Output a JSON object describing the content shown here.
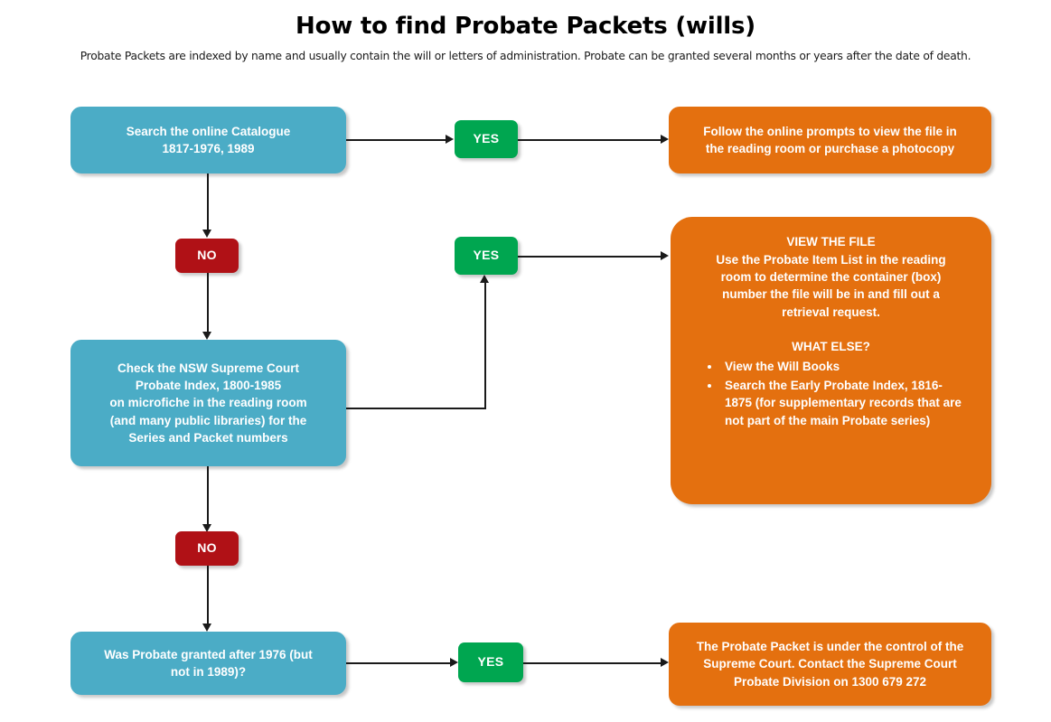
{
  "header": {
    "title": "How to find Probate Packets (wills)",
    "subtitle": "Probate Packets are indexed by name and usually contain the will or letters of administration. Probate can be granted several months or years after the date of death."
  },
  "colors": {
    "blue_node": "#4BACC6",
    "orange_node": "#E4700F",
    "yes_badge": "#00A650",
    "no_badge": "#B01116",
    "connector": "#1a1a1a",
    "text_on_node": "#ffffff",
    "page_background": "#ffffff"
  },
  "nodes": {
    "step1_search_catalogue": {
      "lines": [
        "Search the online Catalogue",
        "1817-1976, 1989"
      ]
    },
    "step1_yes_result": {
      "lines": [
        "Follow the online prompts to view the file in",
        "the reading room or purchase a photocopy"
      ]
    },
    "step2_check_index": {
      "lines": [
        "Check the NSW Supreme Court",
        "Probate Index, 1800-1985",
        "on microfiche in the reading room",
        "(and many public libraries) for the",
        "Series and Packet numbers"
      ]
    },
    "step2_yes_result": {
      "heading": "VIEW THE FILE",
      "body_lines": [
        "Use the Probate Item List in the reading",
        "room to determine the container (box)",
        "number the file will be in and fill out a",
        "retrieval request."
      ],
      "secondary_heading": "WHAT ELSE?",
      "bullets": [
        "View the Will Books",
        "Search the Early Probate Index, 1816-1875 (for supplementary records that are not part of the main Probate series)"
      ]
    },
    "step3_probate_after_1976": {
      "lines": [
        "Was Probate granted after 1976 (but",
        "not in 1989)?"
      ]
    },
    "step3_yes_result": {
      "lines": [
        "The Probate Packet is under the control of the",
        "Supreme Court. Contact the Supreme Court",
        "Probate Division on 1300 679 272"
      ]
    }
  },
  "badges": {
    "yes_1": "YES",
    "yes_2": "YES",
    "yes_3": "YES",
    "no_1": "NO",
    "no_2": "NO"
  }
}
